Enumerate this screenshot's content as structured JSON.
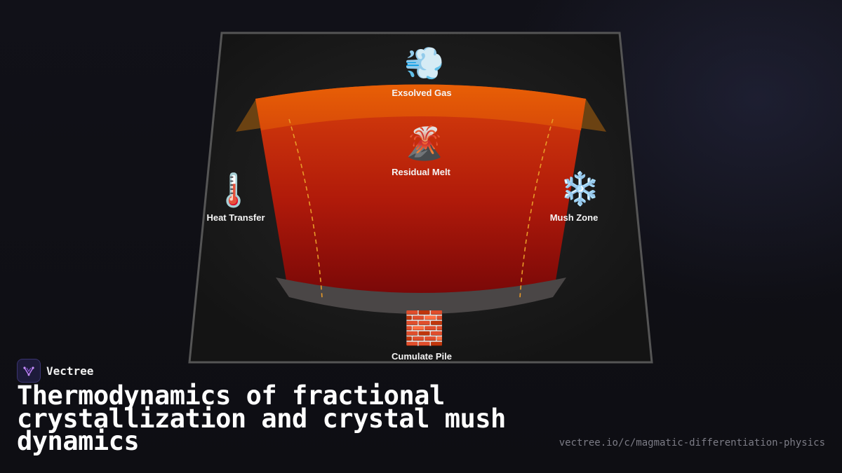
{
  "diagram": {
    "labels": {
      "exsolved_gas": "Exsolved Gas",
      "residual_melt": "Residual Melt",
      "heat_transfer": "Heat Transfer",
      "mush_zone": "Mush Zone",
      "cumulate_pile": "Cumulate Pile"
    },
    "icons": {
      "exsolved_gas": "💨",
      "residual_melt": "🌋",
      "heat_transfer": "🌡️",
      "mush_zone": "❄️",
      "cumulate_pile": "🧱"
    },
    "colors": {
      "melt_top": "#e0620a",
      "melt_bottom": "#8a0a08",
      "mush_line": "#e89a28",
      "cumulate": "#4a4646",
      "chamber_border": "#555555"
    }
  },
  "brand": {
    "name": "Vectree",
    "logo_icon": "vectree-logo-icon"
  },
  "title": "Thermodynamics of fractional crystallization and crystal mush dynamics",
  "url": "vectree.io/c/magmatic-differentiation-physics"
}
